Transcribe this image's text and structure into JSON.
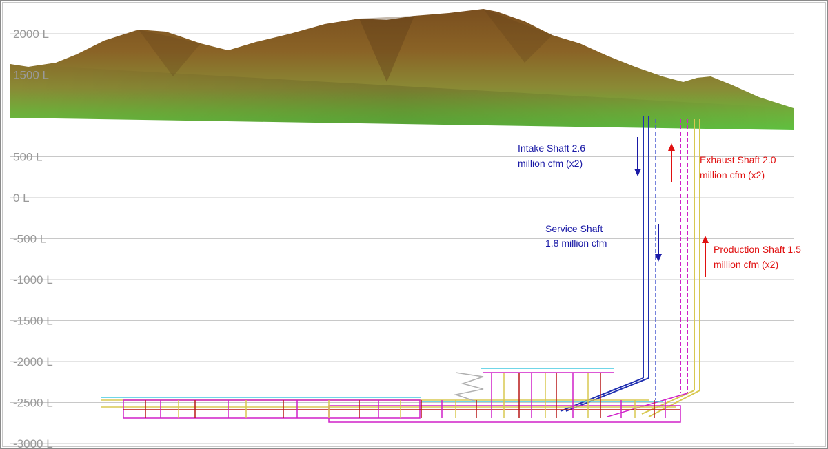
{
  "levels": [
    {
      "label": "2000 L",
      "elev": 2000
    },
    {
      "label": "1500 L",
      "elev": 1500
    },
    {
      "label": "500 L",
      "elev": 500
    },
    {
      "label": "0 L",
      "elev": 0
    },
    {
      "label": "-500 L",
      "elev": -500
    },
    {
      "label": "-1000 L",
      "elev": -1000
    },
    {
      "label": "-1500 L",
      "elev": -1500
    },
    {
      "label": "-2000 L",
      "elev": -2000
    },
    {
      "label": "-2500 L",
      "elev": -2500
    },
    {
      "label": "-3000 L",
      "elev": -3000
    }
  ],
  "annotations": {
    "intake": {
      "line1": "Intake Shaft       2.6",
      "line2": "million cfm (x2)",
      "color": "#1a1aa6"
    },
    "service": {
      "line1": "Service Shaft",
      "line2": "1.8 million cfm",
      "color": "#1a1aa6"
    },
    "exhaust": {
      "line1": "Exhaust Shaft      2.0",
      "line2": "million cfm (x2)",
      "color": "#e01010"
    },
    "production": {
      "line1": "Production Shaft  1.5",
      "line2": "million cfm (x2)",
      "color": "#e01010"
    }
  },
  "colors": {
    "intake": "#1f2fb0",
    "service": "#4a5cd0",
    "exhaust": "#d020c8",
    "production": "#d8c850",
    "cyan": "#40c8e0",
    "red": "#b81818",
    "terrain_top": "#8a5a22",
    "terrain_bottom": "#6fc23a"
  }
}
